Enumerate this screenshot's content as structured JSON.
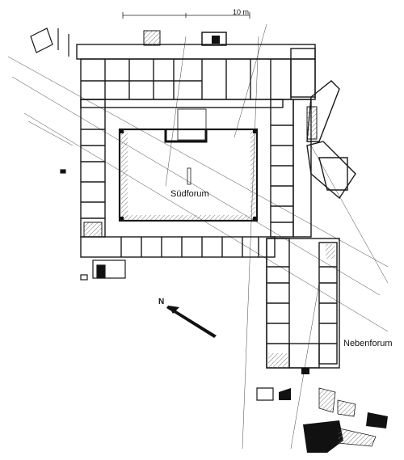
{
  "plan": {
    "labels": {
      "south_forum": "Südforum",
      "side_forum": "Nebenforum",
      "scale": "10 m",
      "north": "N"
    },
    "colors": {
      "ink": "#1a1a1a",
      "hatch": "#7a7a7a",
      "fill_dark": "#111111",
      "paper": "#ffffff"
    }
  }
}
